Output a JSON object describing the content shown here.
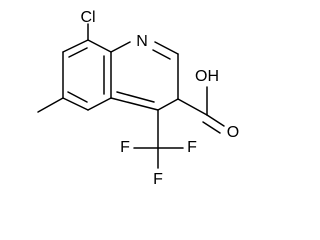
{
  "labels": {
    "chlorine": "Cl",
    "nitrogen": "N",
    "hydroxyl": "OH",
    "oxygen": "O",
    "fluorine_1": "F",
    "fluorine_2": "F",
    "fluorine_3": "F"
  },
  "colors": {
    "ink": "#000000",
    "background": "#ffffff"
  }
}
